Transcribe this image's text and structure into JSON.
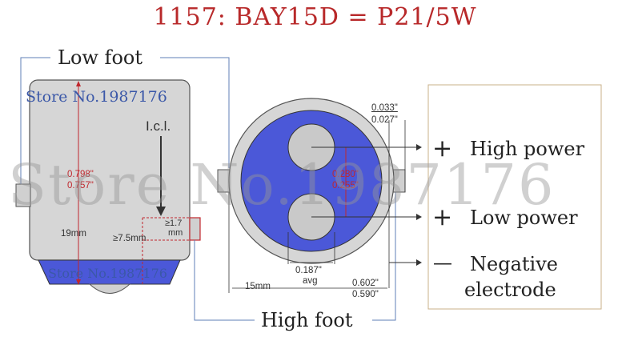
{
  "title": "1157: BAY15D = P21/5W",
  "labels": {
    "low_foot": "Low foot",
    "high_foot": "High foot",
    "icl": "I.c.l.",
    "high_power": "High power",
    "low_power": "Low power",
    "negative_line1": "Negative",
    "negative_line2": "electrode",
    "plus": "+",
    "minus": "—"
  },
  "dimensions": {
    "height_in_top": "0.798\"",
    "height_in_bottom": "0.757\"",
    "height_mm": "19mm",
    "pin_offset": "≥7.5mm",
    "pin_size_top": "≥1.7",
    "pin_size_bottom": "mm",
    "pin_width_top": "0.033\"",
    "pin_width_bottom": "0.027\"",
    "contact_spacing_top": "0.280\"",
    "contact_spacing_bottom": "0.255\"",
    "contact_dia_top": "0.187\"",
    "contact_dia_bottom": "avg",
    "base_mm": "15mm",
    "base_in_top": "0.602\"",
    "base_in_bottom": "0.590\""
  },
  "watermark": {
    "store_small": "Store No.1987176",
    "store_large": "Store No.1987176"
  },
  "colors": {
    "title": "#b8292a",
    "base_blue": "#4b58d8",
    "contact_gray": "#c9c9c9",
    "dimension_red": "#c0272d",
    "leader_blue": "#5f7fb7"
  }
}
